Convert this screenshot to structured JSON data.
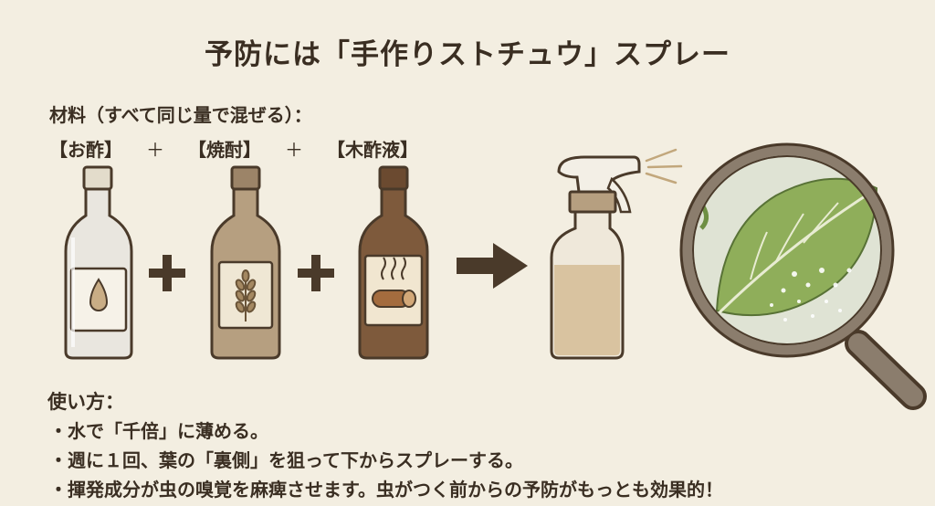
{
  "title": "予防には「手作りストチュウ」スプレー",
  "materials": {
    "label": "材料（すべて同じ量で混ぜる）：",
    "items": [
      "【お酢】",
      "【焼酎】",
      "【木酢液】"
    ],
    "plus": "＋"
  },
  "icons": {
    "bottle1": "vinegar-drop-icon",
    "bottle2": "grain-wheat-icon",
    "bottle3": "smoking-log-icon",
    "arrow": "right-arrow-icon",
    "spray": "spray-bottle-icon",
    "magnifier": "magnifying-glass-leaf-icon"
  },
  "usage": {
    "title": "使い方：",
    "items": [
      "水で「千倍」に薄める。",
      "週に１回、葉の「裏側」を狙って下からスプレーする。",
      "揮発成分が虫の嗅覚を麻痺させます。虫がつく前からの予防がもっとも効果的！"
    ]
  },
  "colors": {
    "background": "#f3eee1",
    "text": "#3a2e22",
    "outline": "#4a3a2a",
    "leaf": "#8fae5a",
    "wood": "#8a5a35"
  }
}
